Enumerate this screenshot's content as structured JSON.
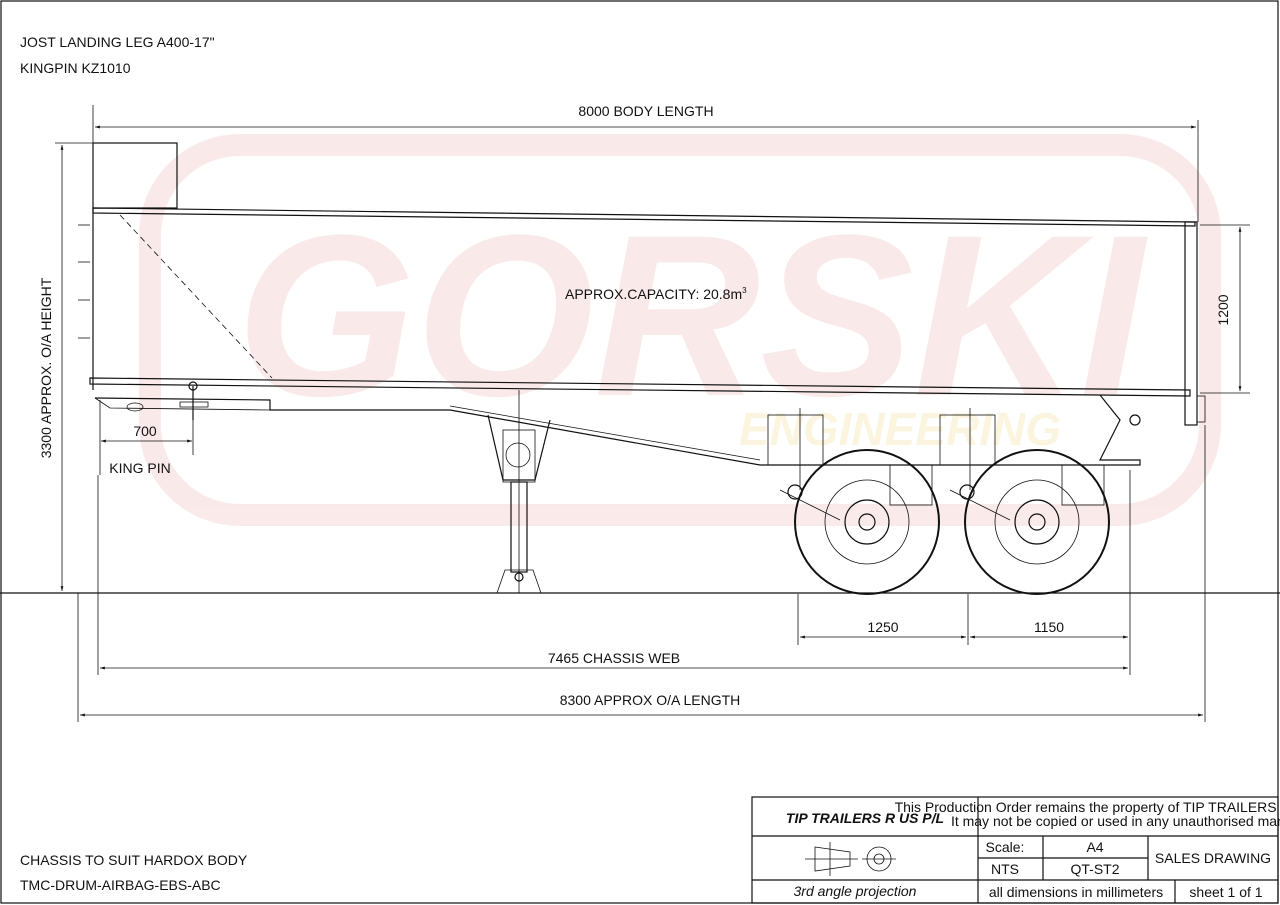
{
  "notes": {
    "landing_leg": "JOST LANDING LEG A400-17\"",
    "kingpin": "KINGPIN KZ1010",
    "chassis_body": "CHASSIS TO SUIT HARDOX BODY",
    "spec": "TMC-DRUM-AIRBAG-EBS-ABC"
  },
  "watermark": {
    "main": "GORSKI",
    "sub": "ENGINEERING",
    "color": "#e8a0a0"
  },
  "drawing": {
    "capacity_label": "APPROX.CAPACITY:  20.8m",
    "capacity_sup": "3"
  },
  "dimensions": {
    "body_length": "8000 BODY LENGTH",
    "height": "3300 APPROX. O/A HEIGHT",
    "side_height": "1200",
    "kingpin_offset": "700",
    "kingpin_label": "KING PIN",
    "axle_spacing_1": "1250",
    "axle_spacing_2": "1150",
    "chassis_web": "7465 CHASSIS WEB",
    "overall_length": "8300 APPROX O/A LENGTH"
  },
  "title_block": {
    "company": "TIP TRAILERS R US P/L",
    "notice_line1": "This Production Order remains the property of TIP TRAILERS R US Pty Ltd",
    "notice_line2": "It may not be copied or used in any unauthorised manner",
    "scale_label": "Scale:",
    "scale_value": "NTS",
    "paper": "A4",
    "drawing_no": "QT-ST2",
    "drawing_type": "SALES DRAWING",
    "projection": "3rd angle projection",
    "units": "all dimensions in millimeters",
    "sheet": "sheet 1 of 1"
  }
}
